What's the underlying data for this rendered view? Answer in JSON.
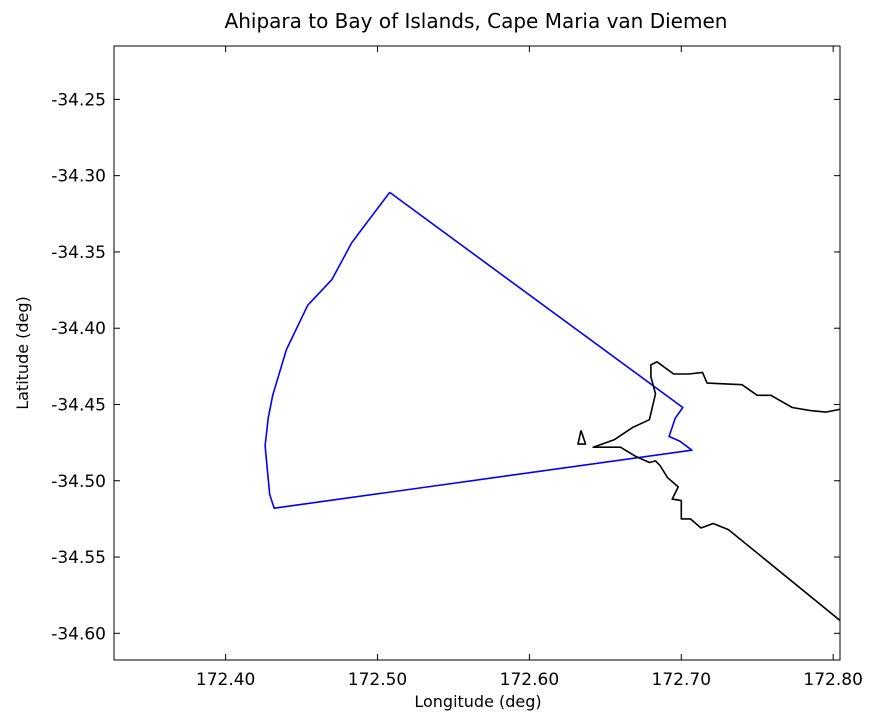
{
  "chart_data": {
    "type": "line",
    "title": "Ahipara to Bay of Islands, Cape Maria van Diemen",
    "xlabel": "Longitude (deg)",
    "ylabel": "Latitude (deg)",
    "xlim": [
      172.3265,
      172.8045
    ],
    "ylim": [
      -34.6175,
      -34.215
    ],
    "x_ticks": [
      172.4,
      172.5,
      172.6,
      172.7,
      172.8
    ],
    "x_tick_labels": [
      "172.40",
      "172.50",
      "172.60",
      "172.70",
      "172.80"
    ],
    "y_ticks": [
      -34.25,
      -34.3,
      -34.35,
      -34.4,
      -34.45,
      -34.5,
      -34.55,
      -34.6
    ],
    "y_tick_labels": [
      "-34.25",
      "-34.30",
      "-34.35",
      "-34.40",
      "-34.45",
      "-34.50",
      "-34.55",
      "-34.60"
    ],
    "grid": false,
    "series": [
      {
        "color": "#0000ff",
        "points": [
          [
            172.508,
            -34.311
          ],
          [
            172.701,
            -34.452
          ],
          [
            172.696,
            -34.459
          ],
          [
            172.692,
            -34.471
          ],
          [
            172.699,
            -34.474
          ],
          [
            172.707,
            -34.48
          ],
          [
            172.432,
            -34.518
          ],
          [
            172.429,
            -34.509
          ],
          [
            172.426,
            -34.477
          ],
          [
            172.428,
            -34.459
          ],
          [
            172.431,
            -34.444
          ],
          [
            172.44,
            -34.414
          ],
          [
            172.454,
            -34.385
          ],
          [
            172.47,
            -34.368
          ],
          [
            172.483,
            -34.344
          ],
          [
            172.489,
            -34.336
          ],
          [
            172.508,
            -34.311
          ]
        ]
      },
      {
        "color": "#000000",
        "points": [
          [
            172.805,
            -34.453
          ],
          [
            172.795,
            -34.455
          ],
          [
            172.785,
            -34.454
          ],
          [
            172.773,
            -34.452
          ],
          [
            172.759,
            -34.444
          ],
          [
            172.75,
            -34.444
          ],
          [
            172.74,
            -34.437
          ],
          [
            172.717,
            -34.436
          ],
          [
            172.714,
            -34.429
          ],
          [
            172.705,
            -34.43
          ],
          [
            172.695,
            -34.43
          ],
          [
            172.684,
            -34.422
          ],
          [
            172.68,
            -34.424
          ],
          [
            172.68,
            -34.432
          ],
          [
            172.683,
            -34.443
          ],
          [
            172.679,
            -34.46
          ],
          [
            172.668,
            -34.465
          ],
          [
            172.656,
            -34.473
          ],
          [
            172.642,
            -34.478
          ],
          [
            172.66,
            -34.478
          ],
          [
            172.67,
            -34.484
          ],
          [
            172.679,
            -34.488
          ],
          [
            172.683,
            -34.487
          ],
          [
            172.686,
            -34.49
          ],
          [
            172.691,
            -34.498
          ],
          [
            172.698,
            -34.504
          ],
          [
            172.694,
            -34.512
          ],
          [
            172.7,
            -34.513
          ],
          [
            172.7,
            -34.525
          ],
          [
            172.706,
            -34.525
          ],
          [
            172.713,
            -34.531
          ],
          [
            172.721,
            -34.528
          ],
          [
            172.731,
            -34.532
          ],
          [
            172.805,
            -34.592
          ]
        ]
      },
      {
        "color": "#000000",
        "points": [
          [
            172.634,
            -34.467
          ],
          [
            172.637,
            -34.476
          ],
          [
            172.632,
            -34.476
          ],
          [
            172.634,
            -34.467
          ]
        ]
      }
    ]
  }
}
